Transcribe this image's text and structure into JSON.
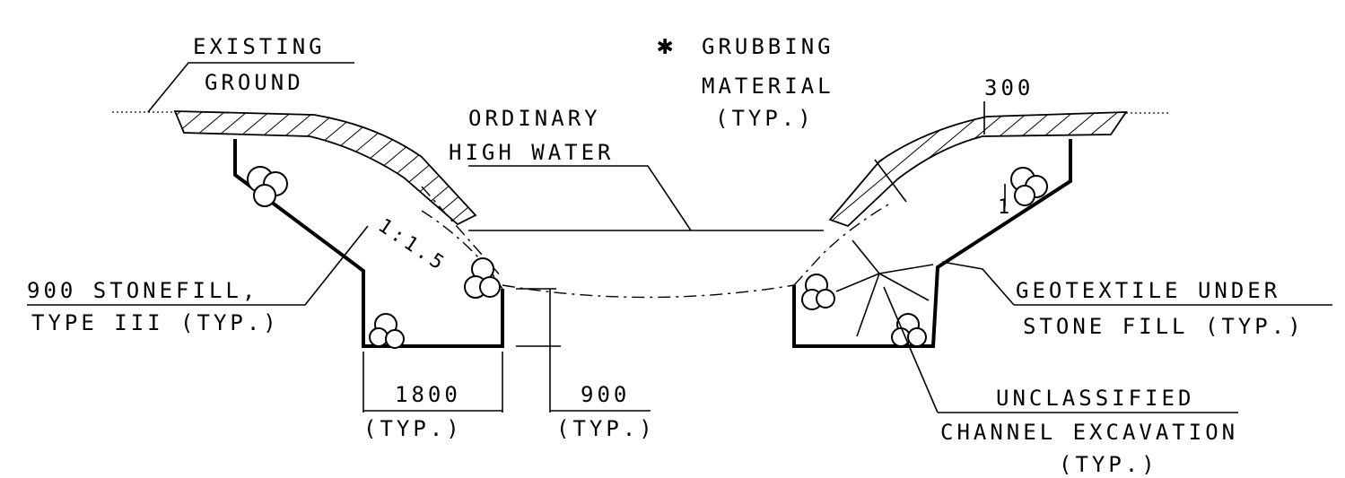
{
  "labels": {
    "existing_ground": [
      "EXISTING",
      "GROUND"
    ],
    "asterisk": "✱",
    "grubbing": [
      "GRUBBING",
      "MATERIAL",
      "(TYP.)"
    ],
    "dim_300": "300",
    "ordinary_high_water": [
      "ORDINARY",
      "HIGH WATER"
    ],
    "slope_ratio": "1:1.5",
    "stonefill": [
      "900 STONEFILL,",
      "TYPE III (TYP.)"
    ],
    "geotextile": [
      "GEOTEXTILE UNDER",
      "STONE FILL (TYP.)"
    ],
    "unclassified": [
      "UNCLASSIFIED",
      "CHANNEL EXCAVATION",
      "(TYP.)"
    ],
    "dim_1800": [
      "1800",
      "(TYP.)"
    ],
    "dim_900": [
      "900",
      "(TYP.)"
    ],
    "slope_marker": "1"
  }
}
